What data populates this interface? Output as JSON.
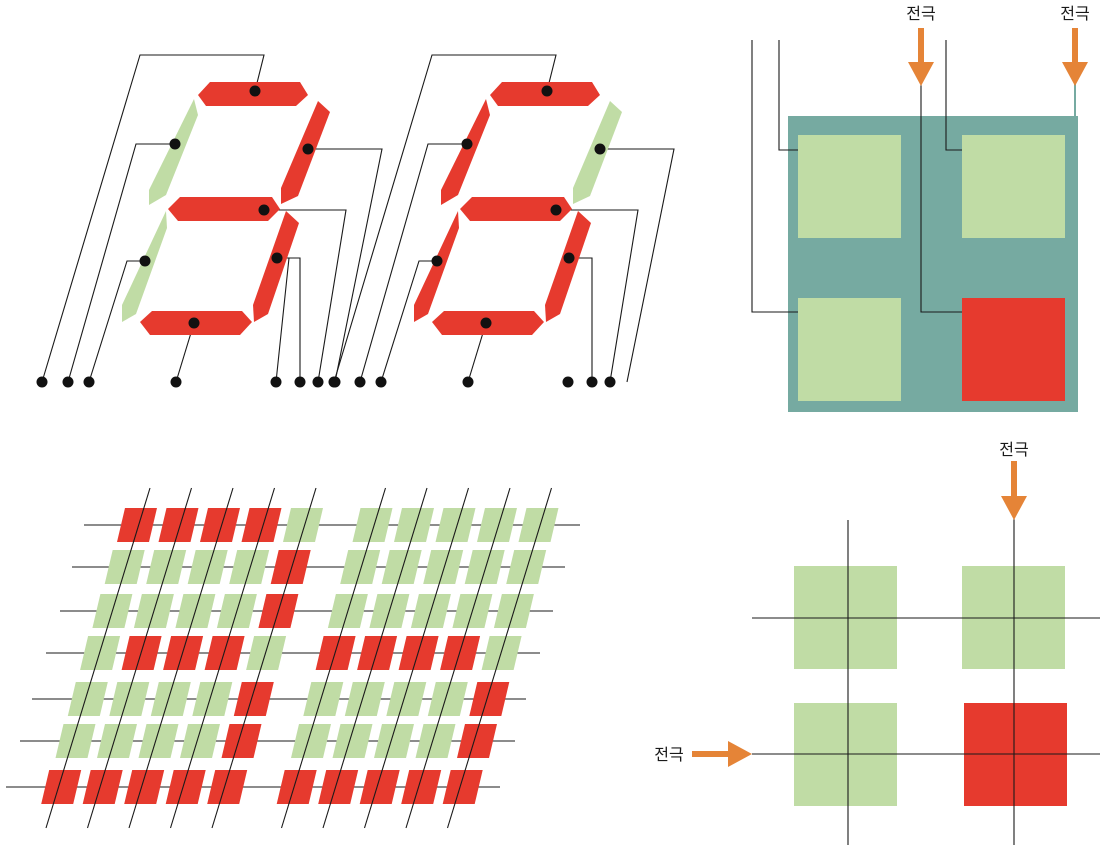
{
  "colors": {
    "on": "#e63a2e",
    "off": "#c0dca5",
    "panel": "#76aaa1",
    "arrow": "#e58437",
    "line": "#1a1a1a",
    "dot": "#111111"
  },
  "seven_segment": {
    "digits": [
      {
        "lit": [
          "a",
          "b",
          "c",
          "d",
          "g"
        ]
      },
      {
        "lit": [
          "a",
          "c",
          "d",
          "e",
          "f",
          "g"
        ]
      }
    ]
  },
  "dot_matrix": {
    "rows": [
      "1111000000",
      "0000100000",
      "0000100000",
      "0111011110",
      "0000100001",
      "0000100001",
      "1111111111"
    ]
  },
  "static_panel": {
    "cells_lit": [
      false,
      false,
      false,
      true
    ],
    "labels": [
      "전극",
      "전극"
    ]
  },
  "matrix_panel": {
    "cells_lit": [
      false,
      false,
      false,
      true
    ],
    "labels": [
      "전극",
      "전극"
    ]
  },
  "icons": [
    "arrow-down-icon",
    "arrow-right-icon",
    "connection-dot-icon"
  ]
}
